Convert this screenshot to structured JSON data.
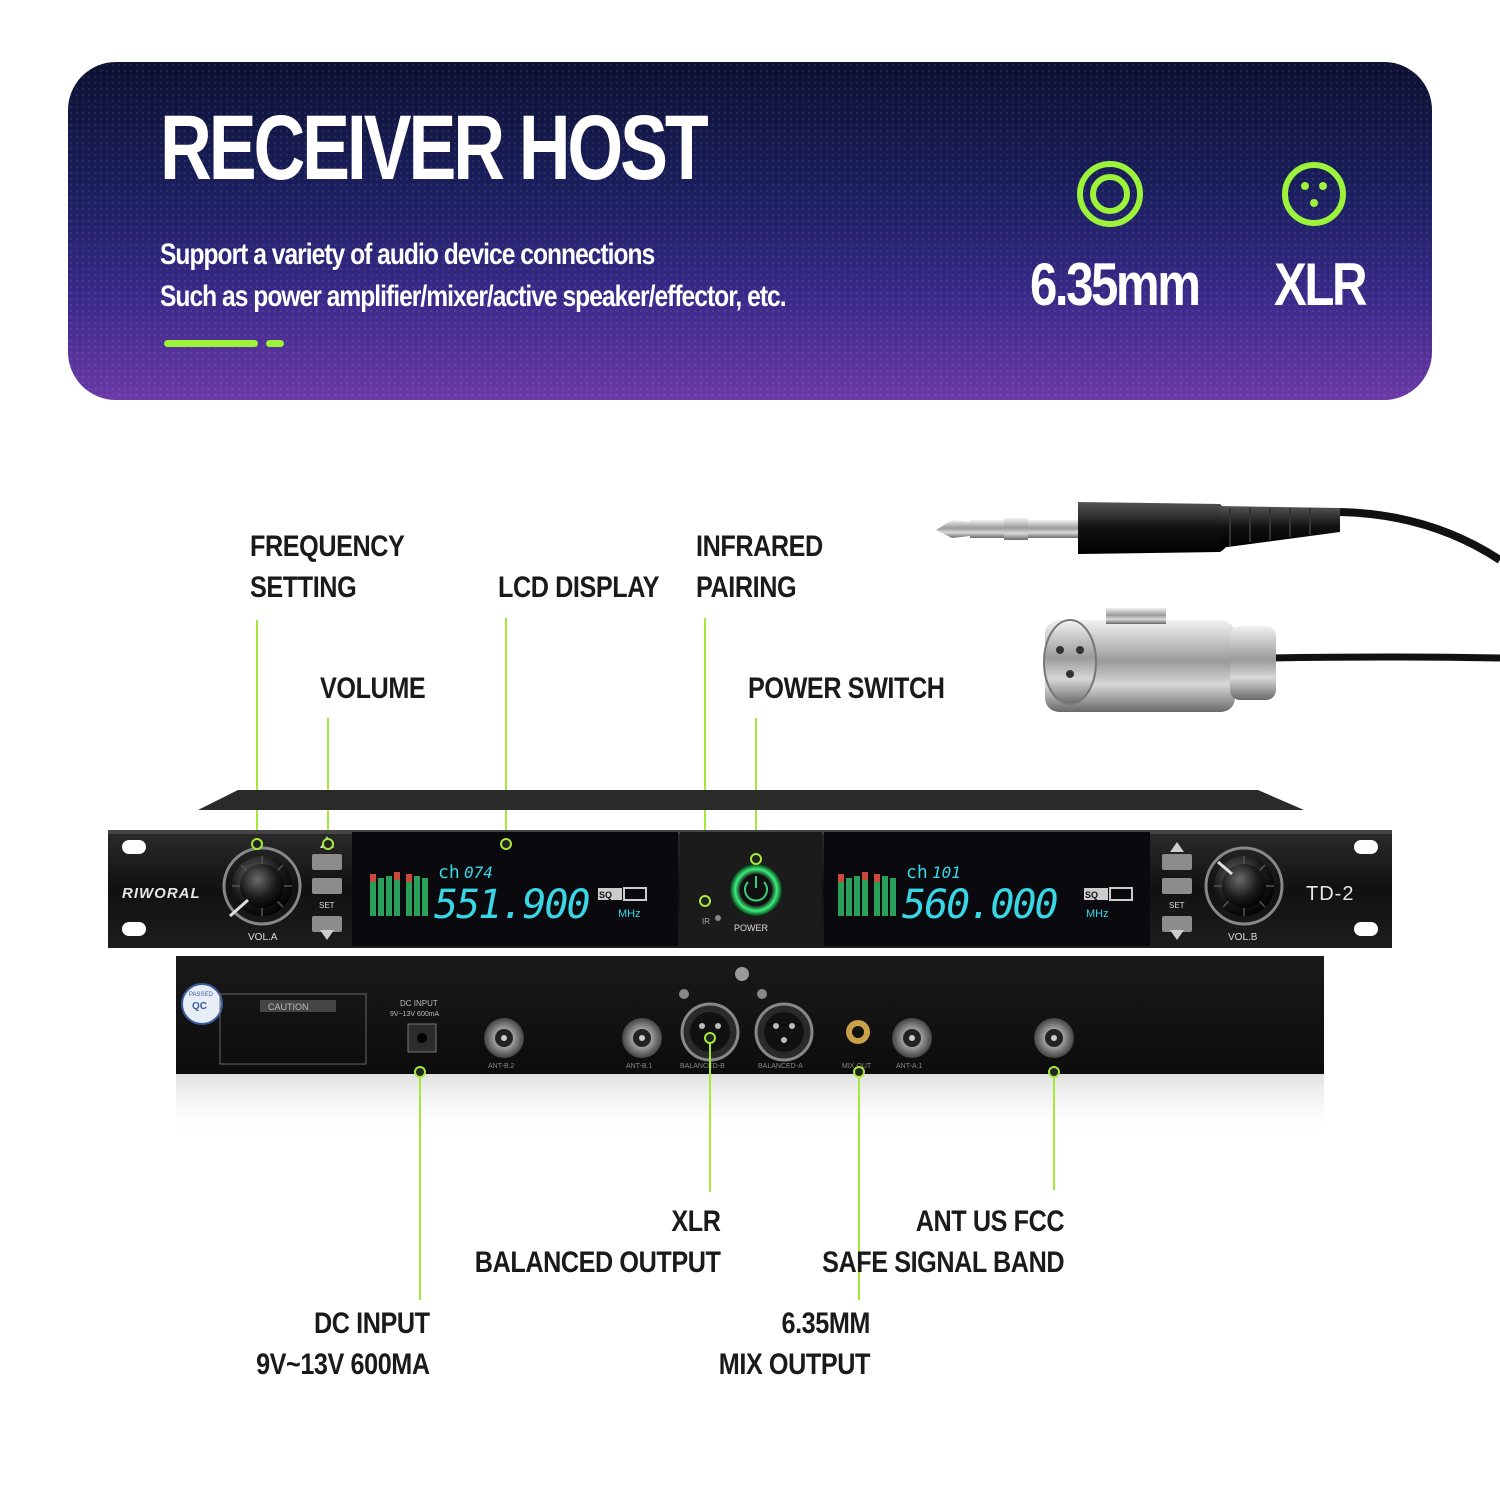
{
  "banner": {
    "title": "RECEIVER HOST",
    "subtitle_line1": "Support a variety of audio device connections",
    "subtitle_line2": "Such as power amplifier/mixer/active speaker/effector, etc.",
    "connector1_label": "6.35mm",
    "connector2_label": "XLR",
    "accent_color": "#9df23a"
  },
  "front_labels": {
    "frequency_setting": [
      "FREQUENCY",
      "SETTING"
    ],
    "volume": "VOLUME",
    "lcd_display": "LCD DISPLAY",
    "infrared_pairing": [
      "INFRARED",
      "PAIRING"
    ],
    "power_switch": "POWER SWITCH"
  },
  "rear_labels": {
    "xlr_output": [
      "XLR",
      "BALANCED OUTPUT"
    ],
    "ant": [
      "ANT US FCC",
      "SAFE SIGNAL BAND"
    ],
    "dc_input": [
      "DC INPUT",
      "9V~13V 600MA"
    ],
    "mix_output": [
      "6.35MM",
      "MIX OUTPUT"
    ]
  },
  "device": {
    "brand": "RIWORAL",
    "model": "TD-2",
    "vol_a": "VOL.A",
    "vol_b": "VOL.B",
    "set": "SET",
    "ir": "IR",
    "power": "POWER",
    "display_a": {
      "channel_prefix": "ch",
      "channel": "074",
      "frequency": "551.900",
      "unit": "MHz",
      "sq": "SQ"
    },
    "display_b": {
      "channel_prefix": "ch",
      "channel": "101",
      "frequency": "560.000",
      "unit": "MHz",
      "sq": "SQ"
    },
    "rear": {
      "caution": "CAUTION",
      "qc": "QC",
      "passed": "PASSED",
      "dc_input": "DC INPUT",
      "dc_spec": "9V~13V 600mA",
      "ant_b2": "ANT-B.2",
      "ant_b1": "ANT-B.1",
      "balanced_b": "BALANCED-B",
      "balanced_a": "BALANCED-A",
      "mix_out": "MIX OUT",
      "ant_a1": "ANT-A.1"
    },
    "lcd_color": "#39d6e6"
  }
}
